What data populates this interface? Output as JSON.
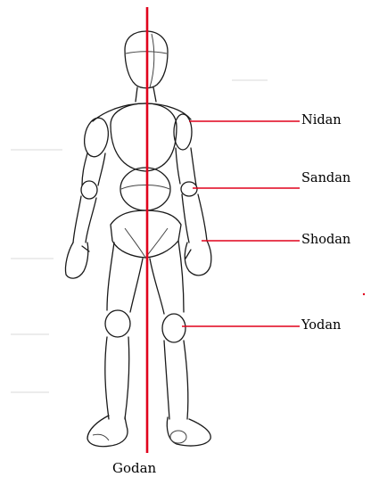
{
  "labels": {
    "nidan": "Nidan",
    "sandan": "Sandan",
    "shodan": "Shodan",
    "yodan": "Yodan",
    "godan": "Godan"
  },
  "colors": {
    "accent": "#e0001b",
    "outline": "#1a1a1a"
  }
}
